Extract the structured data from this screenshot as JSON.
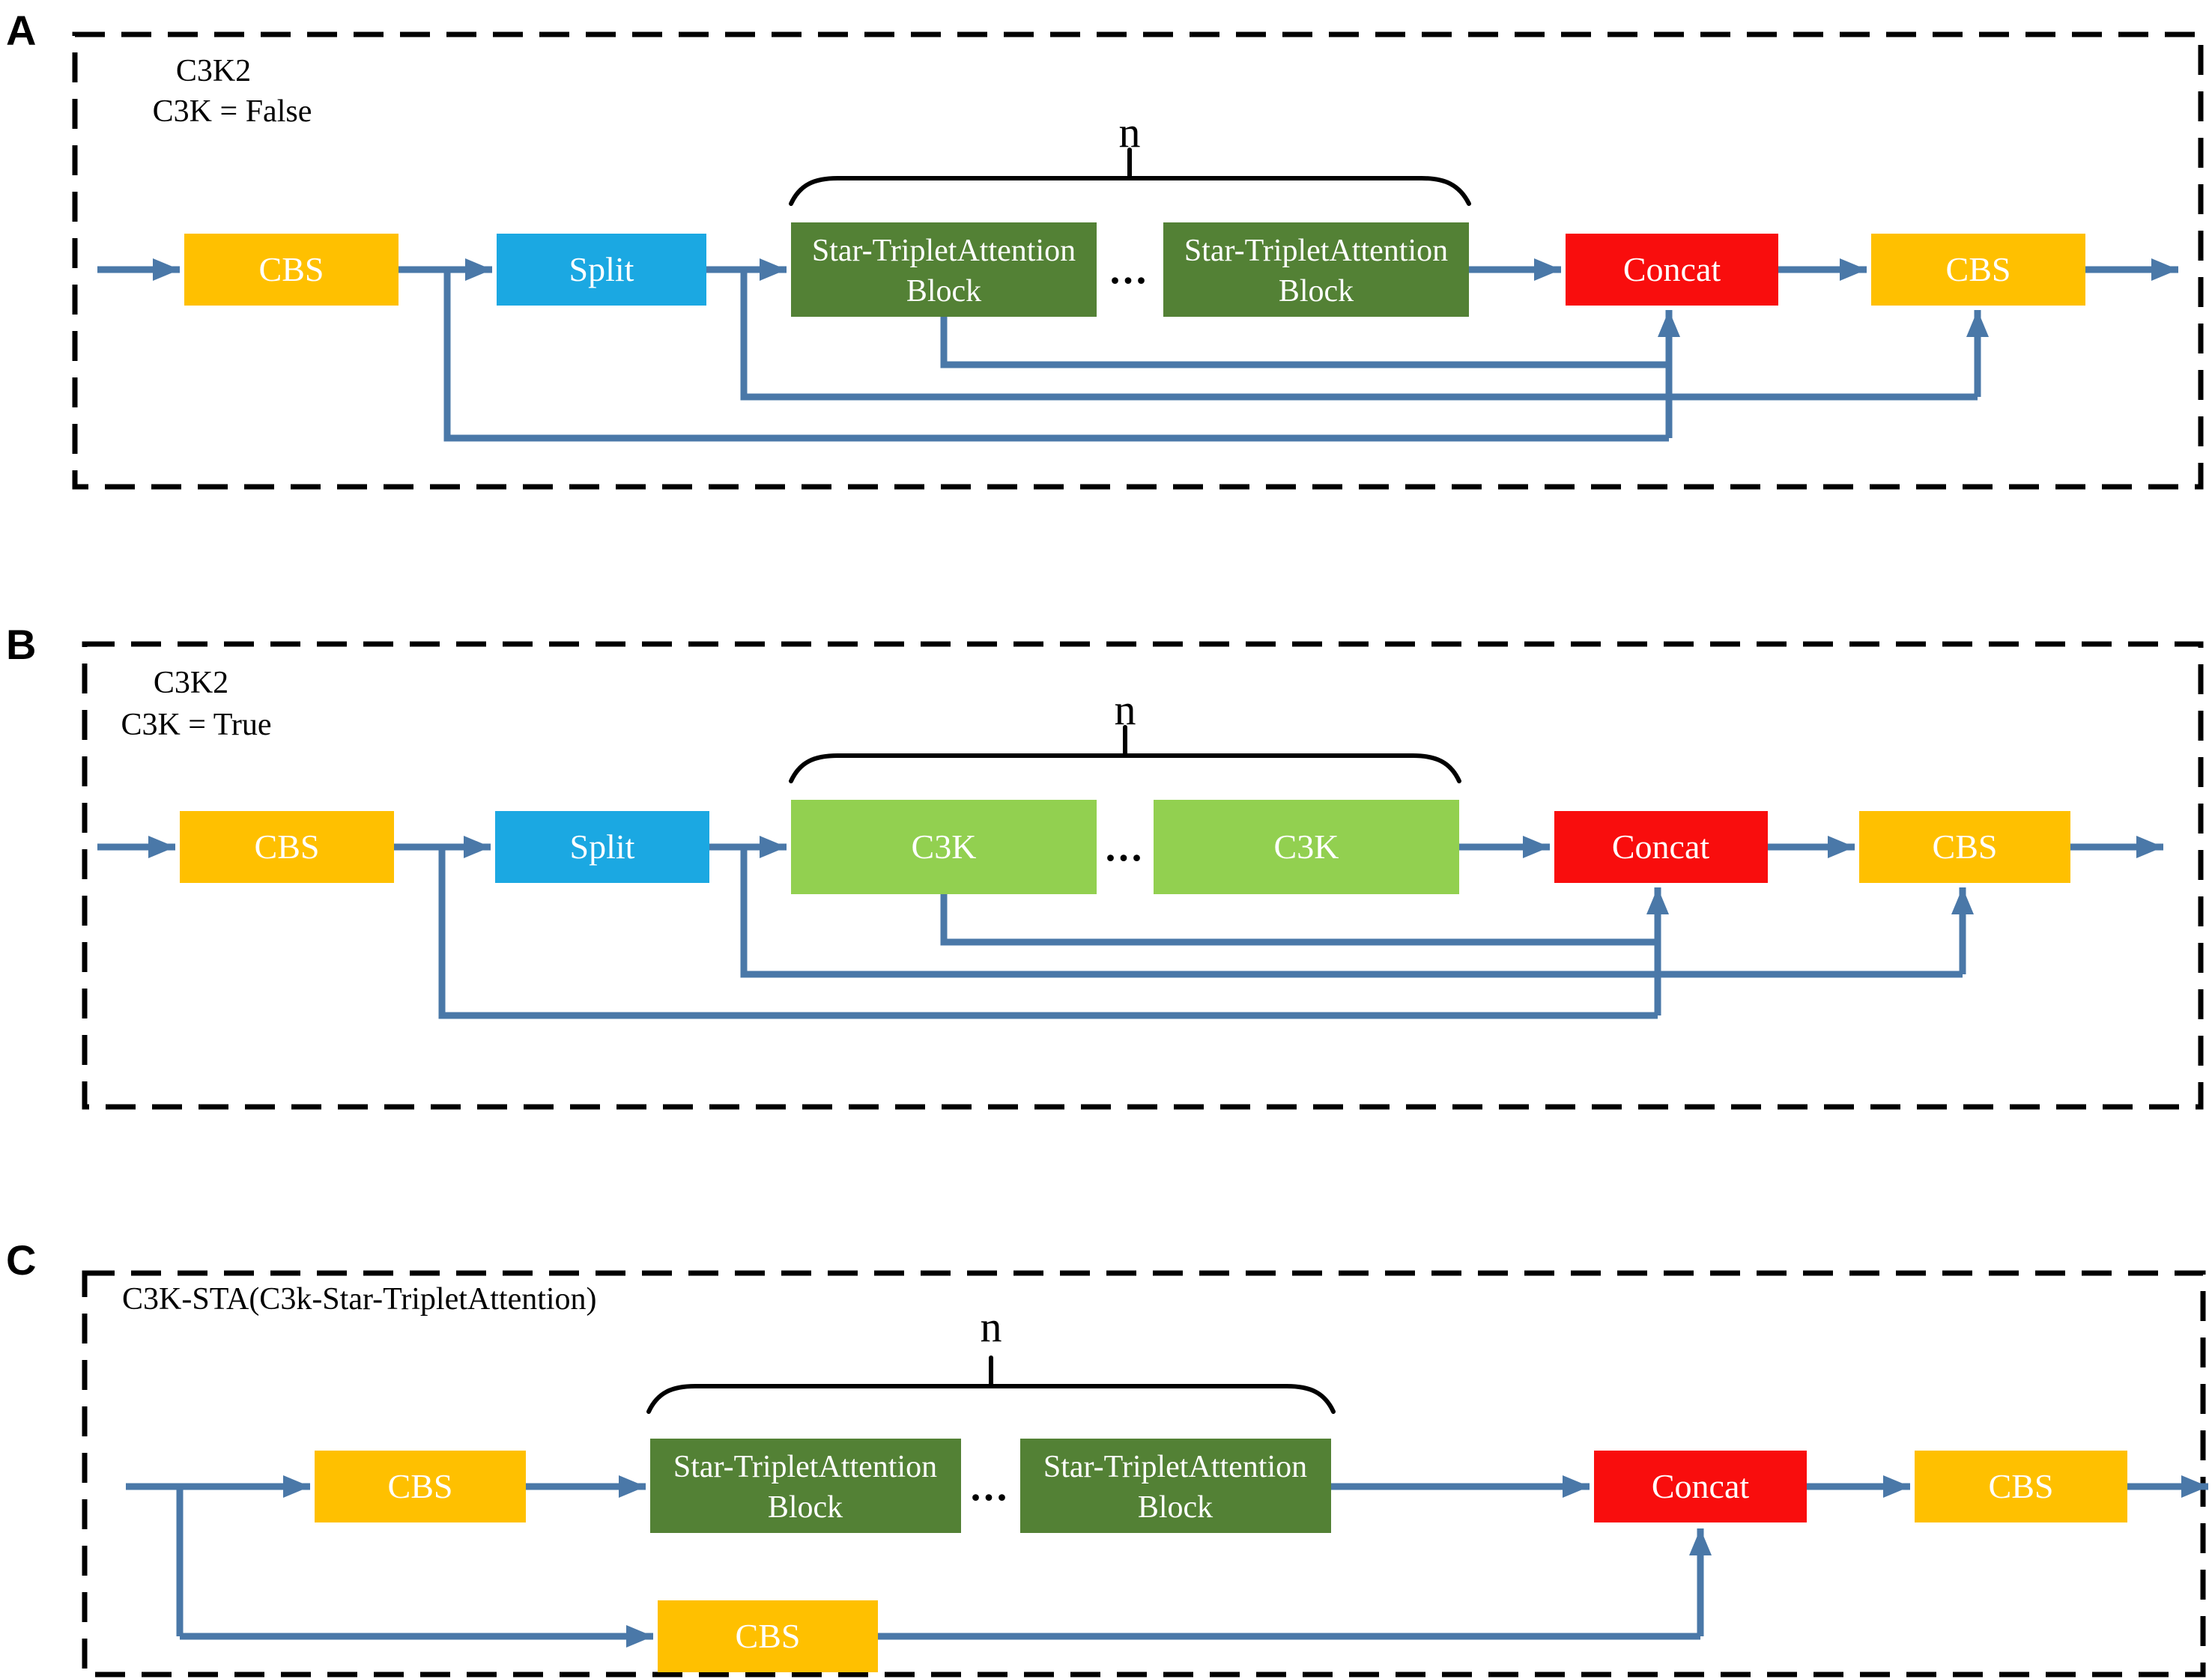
{
  "figure": {
    "colors": {
      "cbs": "#FFC000",
      "split": "#1BA8E2",
      "attention_block": "#538135",
      "c3k_block": "#92D050",
      "concat": "#F90D0D",
      "arrow": "#4A78A8",
      "border": "#000000",
      "box_text": "#FFFFFF",
      "title_text": "#000000"
    },
    "panels": [
      {
        "label": "A",
        "titles": [
          "C3K2",
          "C3K = False"
        ],
        "n": "n",
        "dots": "...",
        "blocks": {
          "cbs_in": "CBS",
          "split": "Split",
          "unit1_line1": "Star-TripletAttention",
          "unit1_line2": "Block",
          "unit2_line1": "Star-TripletAttention",
          "unit2_line2": "Block",
          "concat": "Concat",
          "cbs_out": "CBS"
        }
      },
      {
        "label": "B",
        "titles": [
          "C3K2",
          "C3K = True"
        ],
        "n": "n",
        "dots": "...",
        "blocks": {
          "cbs_in": "CBS",
          "split": "Split",
          "unit1": "C3K",
          "unit2": "C3K",
          "concat": "Concat",
          "cbs_out": "CBS"
        }
      },
      {
        "label": "C",
        "titles": [
          "C3K-STA(C3k-Star-TripletAttention)"
        ],
        "n": "n",
        "dots": "...",
        "blocks": {
          "cbs_in": "CBS",
          "unit1_line1": "Star-TripletAttention",
          "unit1_line2": "Block",
          "unit2_line1": "Star-TripletAttention",
          "unit2_line2": "Block",
          "cbs_branch": "CBS",
          "concat": "Concat",
          "cbs_out": "CBS"
        }
      }
    ]
  }
}
